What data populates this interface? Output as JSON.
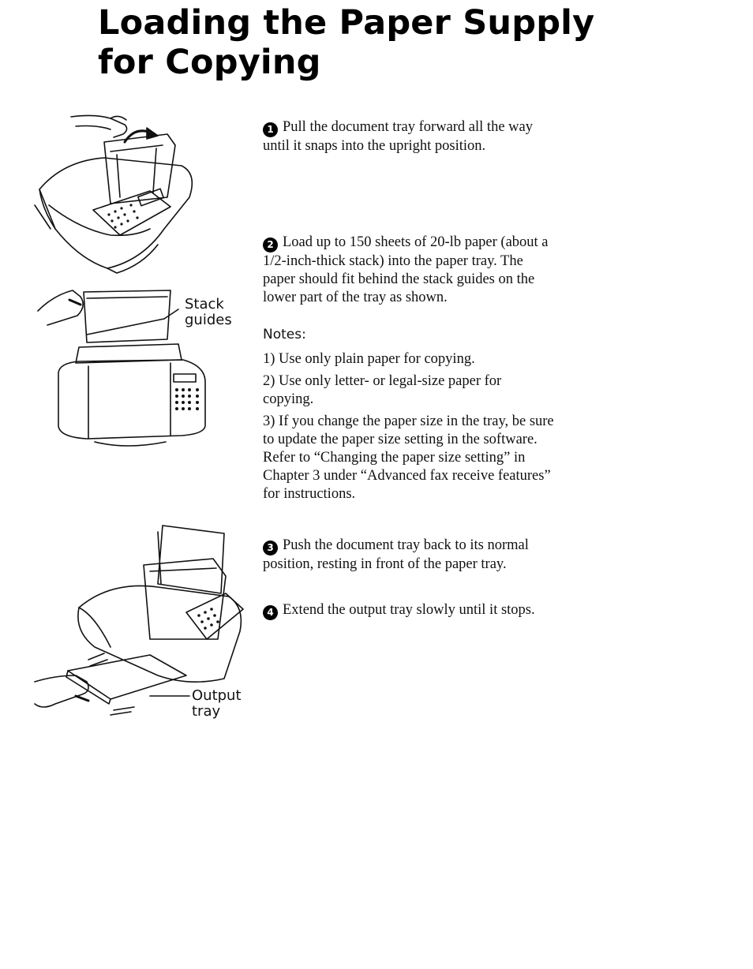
{
  "page": {
    "title_line1": "Loading the Paper Supply",
    "title_line2": "for Copying"
  },
  "figures": {
    "stack_guides_line1": "Stack",
    "stack_guides_line2": "guides",
    "output_tray_line1": "Output",
    "output_tray_line2": "tray"
  },
  "steps": [
    {
      "badge": "1",
      "text": "Pull the document tray forward all the way until it snaps into the upright position."
    },
    {
      "badge": "2",
      "text": "Load up to 150 sheets of 20-lb paper (about a 1/2-inch-thick stack) into the paper tray. The paper should fit behind the stack guides on the lower part of the tray as shown."
    },
    {
      "badge": "3",
      "text": "Push the document tray back to its normal position, resting in front of the paper tray."
    },
    {
      "badge": "4",
      "text": "Extend the output tray slowly until it stops."
    }
  ],
  "notes": {
    "heading": "Notes:",
    "items": [
      "1) Use only plain paper for copying.",
      "2) Use only letter- or legal-size paper for copying.",
      "3) If you change the paper size in the tray, be sure to update the paper size setting in the software. Refer to “Changing the paper size setting” in Chapter 3 under “Advanced fax receive features” for instructions."
    ]
  }
}
